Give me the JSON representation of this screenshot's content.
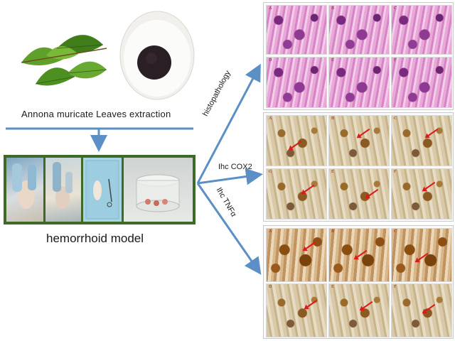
{
  "extraction_label": "Annona muricate Leaves extraction",
  "model_label": "hemorrhoid model",
  "branches": {
    "histopathology": "histopathology",
    "cox2": "Ihc COX2",
    "tnf": "Ihc TNFα"
  },
  "panels": {
    "histo": [
      "A",
      "B",
      "C",
      "D",
      "E",
      "F"
    ],
    "cox2": [
      "A",
      "B",
      "C",
      "G",
      "E",
      "F"
    ],
    "tnf": [
      "A",
      "B",
      "C",
      "D",
      "E",
      "F"
    ]
  },
  "colors": {
    "arrow_blue": "#5b8fc6",
    "he_stain": "#d784c6",
    "ihc_stain": "#c7b48a",
    "marker_red": "#e01818"
  },
  "icons": [
    "leaves-photo",
    "extract-dish-photo",
    "surgery-photo",
    "lab-photo-1",
    "lab-photo-2",
    "sample-jar-photo"
  ]
}
